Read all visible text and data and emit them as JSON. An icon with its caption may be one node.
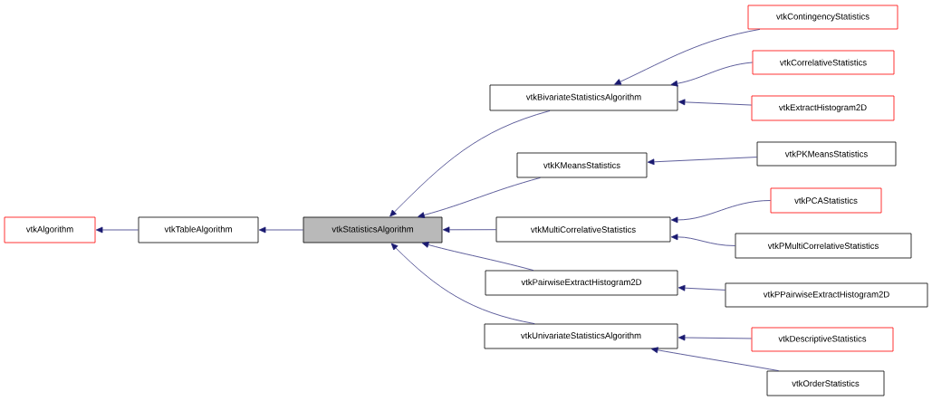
{
  "diagram": {
    "nodes": [
      {
        "text": [
          "vtkAlgorithm"
        ]
      },
      {
        "text": [
          "vtkTableAlgorithm"
        ]
      },
      {
        "text": [
          "vtkStatisticsAlgorithm"
        ]
      },
      {
        "text": [
          "vtkBivariateStatisticsAlgorithm"
        ]
      },
      {
        "text": [
          "vtkKMeansStatistics"
        ]
      },
      {
        "text": [
          "vtkMultiCorrelativeStatistics"
        ]
      },
      {
        "text": [
          "vtkPairwiseExtractHistogram2D"
        ]
      },
      {
        "text": [
          "vtkUnivariateStatisticsAlgorithm"
        ]
      },
      {
        "text": [
          "vtkContingencyStatistics"
        ]
      },
      {
        "text": [
          "vtkCorrelativeStatistics"
        ]
      },
      {
        "text": [
          "vtkExtractHistogram2D"
        ]
      },
      {
        "text": [
          "vtkPKMeansStatistics"
        ]
      },
      {
        "text": [
          "vtkPCAStatistics"
        ]
      },
      {
        "text": [
          "vtkPMultiCorrelativeStatistics"
        ]
      },
      {
        "text": [
          "vtkPPairwiseExtractHistogram2D"
        ]
      },
      {
        "text": [
          "vtkDescriptiveStatistics"
        ]
      },
      {
        "text": [
          "vtkOrderStatistics"
        ]
      }
    ],
    "edges": [
      {
        "from": 1,
        "to": 0,
        "arrow": "to"
      },
      {
        "from": 2,
        "to": 1,
        "arrow": "to"
      },
      {
        "from": 3,
        "to": 2,
        "arrow": "to"
      },
      {
        "from": 4,
        "to": 2,
        "arrow": "to"
      },
      {
        "from": 5,
        "to": 2,
        "arrow": "to"
      },
      {
        "from": 6,
        "to": 2,
        "arrow": "to"
      },
      {
        "from": 7,
        "to": 2,
        "arrow": "to"
      },
      {
        "from": 8,
        "to": 3,
        "arrow": "to"
      },
      {
        "from": 9,
        "to": 3,
        "arrow": "to"
      },
      {
        "from": 10,
        "to": 3,
        "arrow": "to"
      },
      {
        "from": 11,
        "to": 4,
        "arrow": "to"
      },
      {
        "from": 12,
        "to": 5,
        "arrow": "to"
      },
      {
        "from": 13,
        "to": 5,
        "arrow": "to"
      },
      {
        "from": 14,
        "to": 6,
        "arrow": "to"
      },
      {
        "from": 15,
        "to": 7,
        "arrow": "to"
      },
      {
        "from": 16,
        "to": 7,
        "arrow": "to"
      }
    ]
  }
}
